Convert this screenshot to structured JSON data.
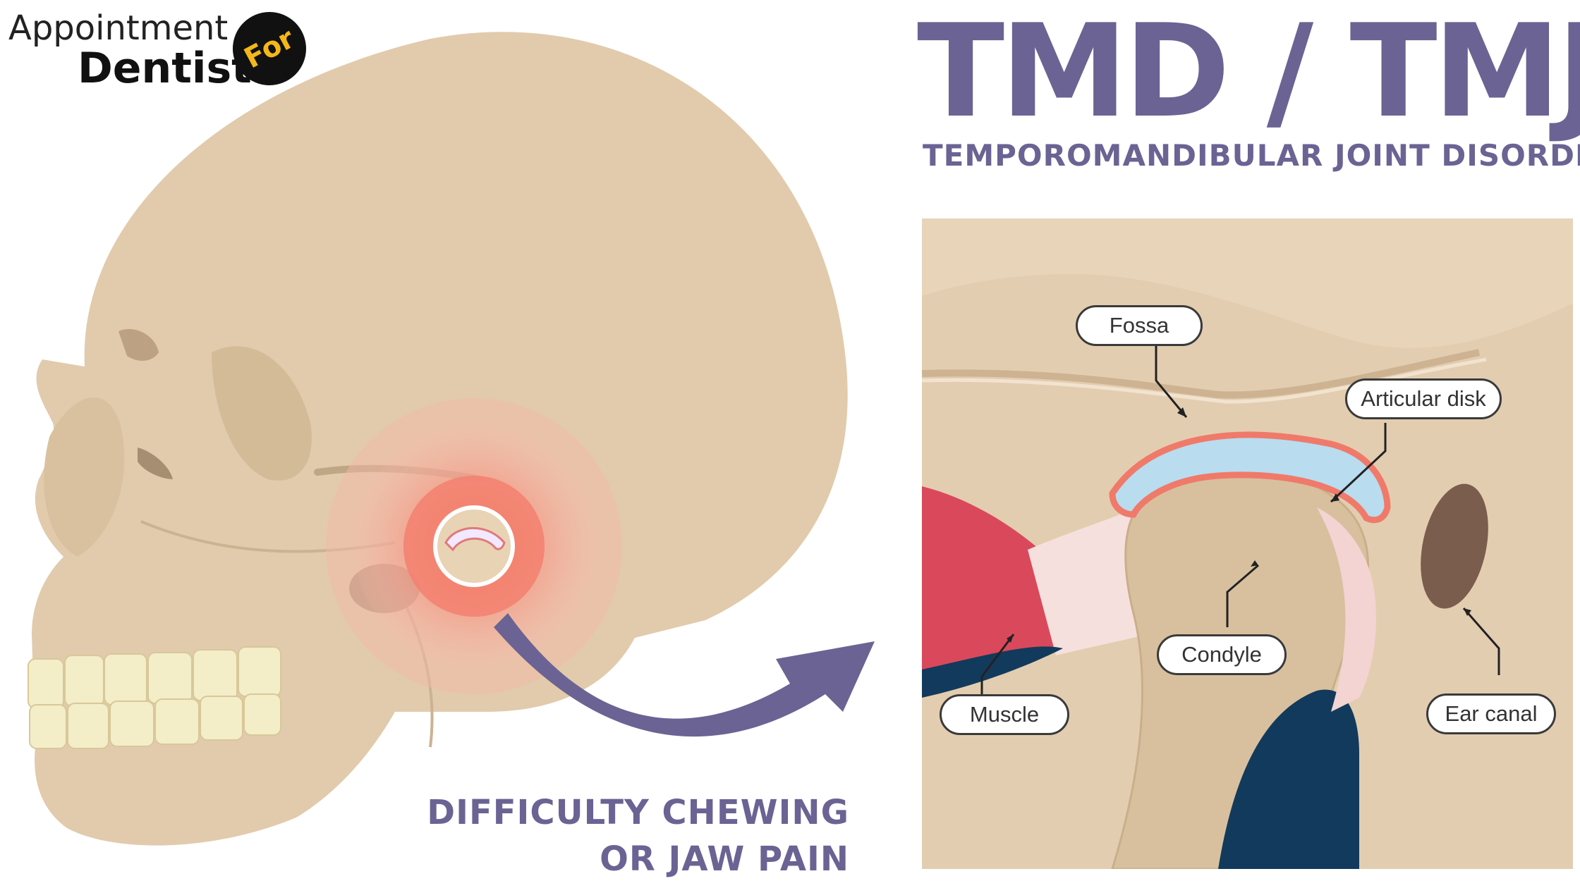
{
  "logo": {
    "line1": "Appointment",
    "line2": "Dentist",
    "badge": "For"
  },
  "header": {
    "title": "TMD / TMJ",
    "subtitle": "TEMPOROMANDIBULAR JOINT DISORDER"
  },
  "caption": {
    "line1": "DIFFICULTY CHEWING",
    "line2": "OR JAW PAIN"
  },
  "labels": {
    "fossa": "Fossa",
    "articular_disk": "Articular disk",
    "condyle": "Condyle",
    "muscle": "Muscle",
    "ear_canal": "Ear canal"
  },
  "colors": {
    "brand_purple": "#6b6393",
    "bone": "#e1cbac",
    "pain_red": "#f07a6a",
    "disk_blue": "#b9dcef",
    "muscle_red": "#d9495b",
    "nerve_navy": "#123a5c",
    "ear_brown": "#7a5d4d"
  }
}
